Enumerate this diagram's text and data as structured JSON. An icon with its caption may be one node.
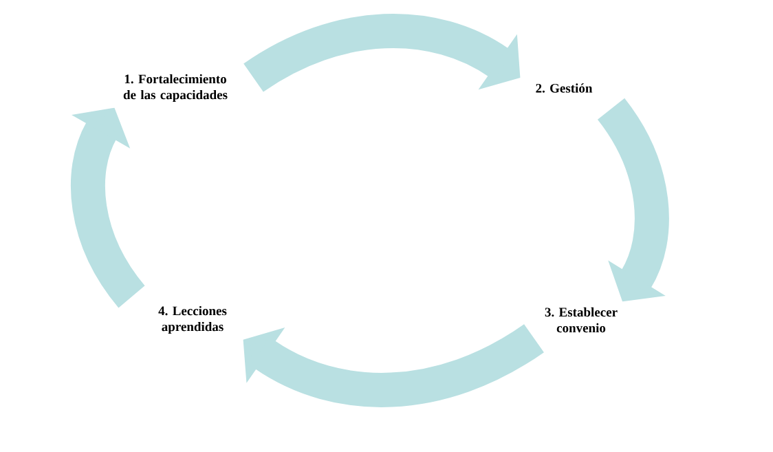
{
  "diagram": {
    "nodes": [
      {
        "text": [
          "1. Fortalecimiento de las capacidades"
        ]
      },
      {
        "text": [
          "2. Gestión"
        ]
      },
      {
        "text": [
          "3. Establecer convenio"
        ]
      },
      {
        "text": [
          "4. Lecciones aprendidas"
        ]
      }
    ],
    "edges": [
      {
        "from": 0,
        "to": 1,
        "arrow": "to"
      },
      {
        "from": 1,
        "to": 2,
        "arrow": "to"
      },
      {
        "from": 2,
        "to": 3,
        "arrow": "to"
      },
      {
        "from": 3,
        "to": 0,
        "arrow": "to"
      }
    ]
  }
}
